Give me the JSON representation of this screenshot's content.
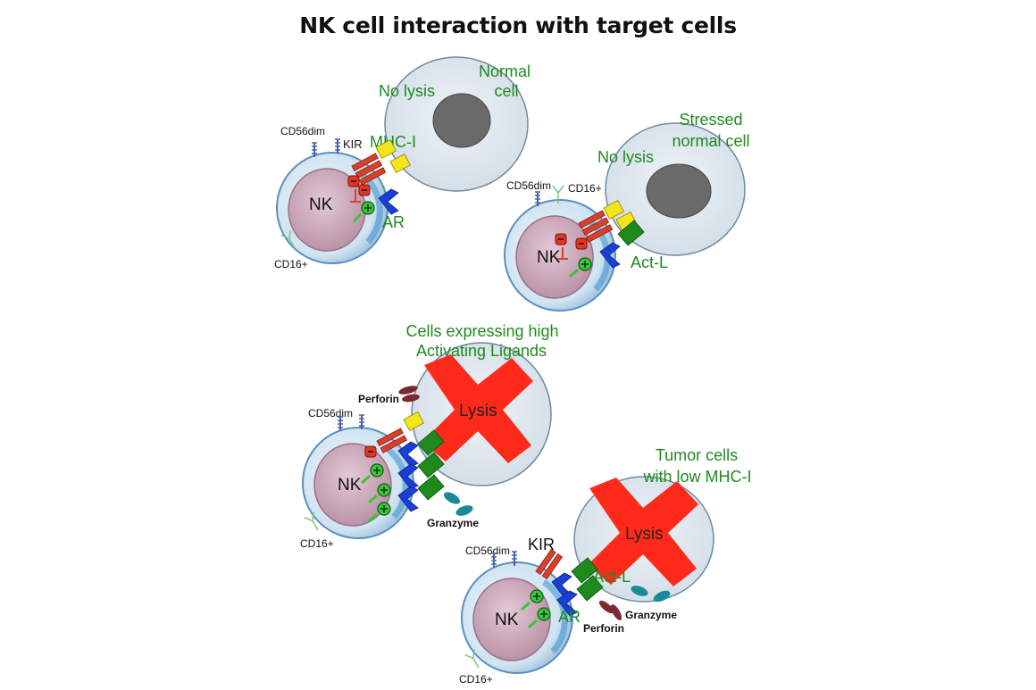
{
  "title": "NK cell interaction with target cells",
  "colors": {
    "label_green": "#1f8a1f",
    "kir_red": "#d9402b",
    "mhc_yellow": "#f2e51a",
    "receptor_blue": "#1a3fd6",
    "ligand_green": "#1e8a1e",
    "lysis_x": "#ff2a1a",
    "target_cell": "#dde6ee",
    "nk_nucleus": "#c9a6b8",
    "perforin": "#7a2a30",
    "granzyme": "#1a8a9a"
  },
  "panels": {
    "normal": {
      "target_label_line1": "Normal",
      "target_label_line2": "cell",
      "outcome": "No lysis",
      "mhc_label": "MHC-I",
      "kir_label": "KIR",
      "cd56_label": "CD56dim",
      "cd16_label": "CD16+",
      "nk_label": "NK",
      "ar_label": "AR"
    },
    "stressed": {
      "target_label_line1": "Stressed",
      "target_label_line2": "normal cell",
      "outcome": "No lysis",
      "cd56_label": "CD56dim",
      "cd16_label": "CD16+",
      "nk_label": "NK",
      "actl_label": "Act-L"
    },
    "activating": {
      "target_label_line1": "Cells expressing high",
      "target_label_line2": "Activating Ligands",
      "lysis_label": "Lysis",
      "perforin_label": "Perforin",
      "granzyme_label": "Granzyme",
      "cd56_label": "CD56dim",
      "cd16_label": "CD16+",
      "nk_label": "NK"
    },
    "tumor": {
      "target_label_line1": "Tumor cells",
      "target_label_line2": "with low MHC-I",
      "lysis_label": "Lysis",
      "kir_label": "KIR",
      "actl_label": "Act-L",
      "ar_label": "AR",
      "perforin_label": "Perforin",
      "granzyme_label": "Granzyme",
      "cd56_label": "CD56dim",
      "cd16_label": "CD16+",
      "nk_label": "NK"
    }
  }
}
